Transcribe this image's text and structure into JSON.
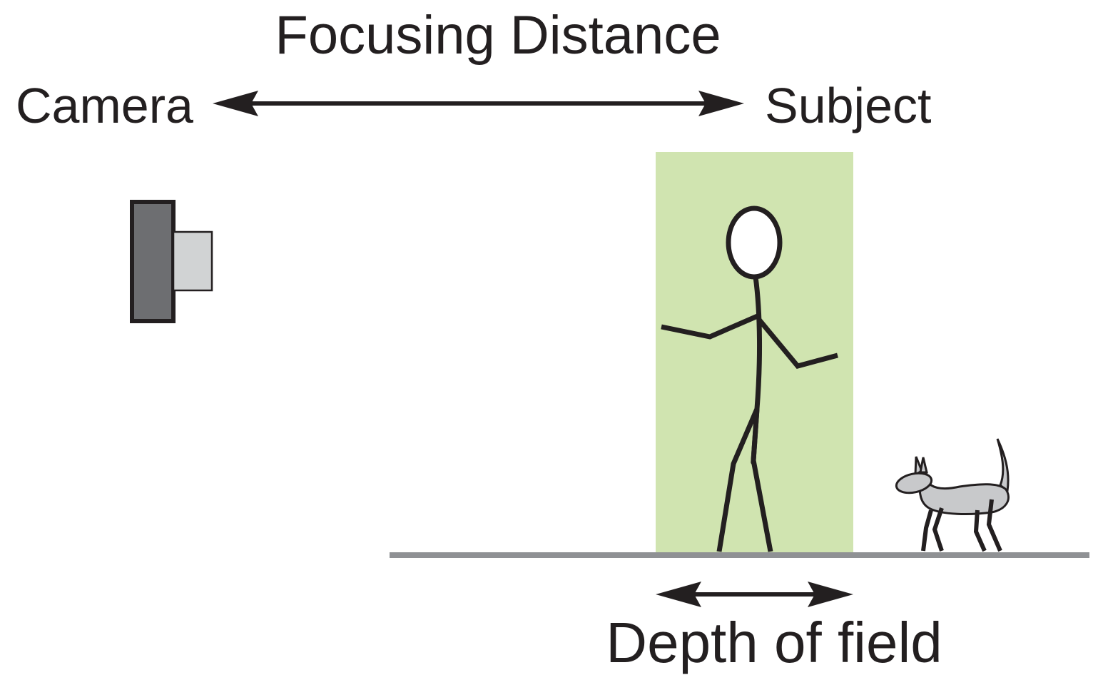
{
  "labels": {
    "focusing_distance": "Focusing Distance",
    "camera": "Camera",
    "subject": "Subject",
    "depth_of_field": "Depth of field"
  },
  "icons": {
    "camera": "camera-icon",
    "person": "stick-figure-person-icon",
    "dog": "dog-icon"
  },
  "colors": {
    "text": "#231f20",
    "arrow": "#231f20",
    "depth_of_field_zone": "#d0e4b0",
    "ground": "#8f9194",
    "camera_body": "#6d6e71",
    "camera_lens": "#d1d3d4",
    "dog_body": "#c8c9cb"
  }
}
